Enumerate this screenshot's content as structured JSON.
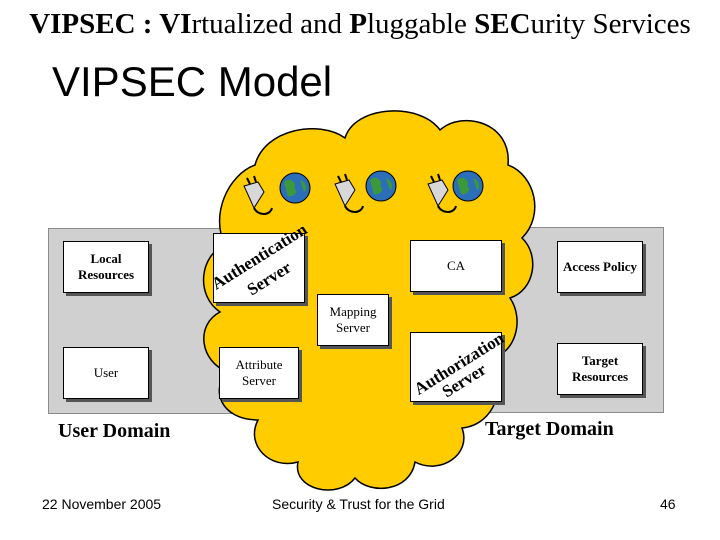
{
  "header": {
    "title_parts": [
      {
        "text": "VIPSEC : ",
        "bold": true
      },
      {
        "text": "VI",
        "bold": true
      },
      {
        "text": "rtualized and ",
        "bold": false
      },
      {
        "text": "P",
        "bold": true
      },
      {
        "text": "luggable ",
        "bold": false
      },
      {
        "text": "SEC",
        "bold": true
      },
      {
        "text": "urity Services",
        "bold": false
      }
    ],
    "subtitle": "VIPSEC Model"
  },
  "user_domain": {
    "label": "User Domain",
    "local_resources": "Local Resources",
    "user": "User"
  },
  "target_domain": {
    "label": "Target Domain",
    "access_policy": "Access Policy",
    "target_resources": "Target Resources"
  },
  "cloud": {
    "authentication_line1": "Authentication",
    "authentication_line2": "Server",
    "ca": "CA",
    "mapping_server": "Mapping Server",
    "attribute_server": "Attribute Server",
    "authorization_line1": "Authorization",
    "authorization_line2": "Server"
  },
  "icons": [
    "plug-globe-icon",
    "plug-globe-icon",
    "plug-globe-icon"
  ],
  "colors": {
    "cloud_fill": "#ffcc00",
    "domain_panel": "#d0d0d0"
  },
  "footer": {
    "date": "22 November 2005",
    "center": "Security & Trust for the Grid",
    "page": "46"
  }
}
